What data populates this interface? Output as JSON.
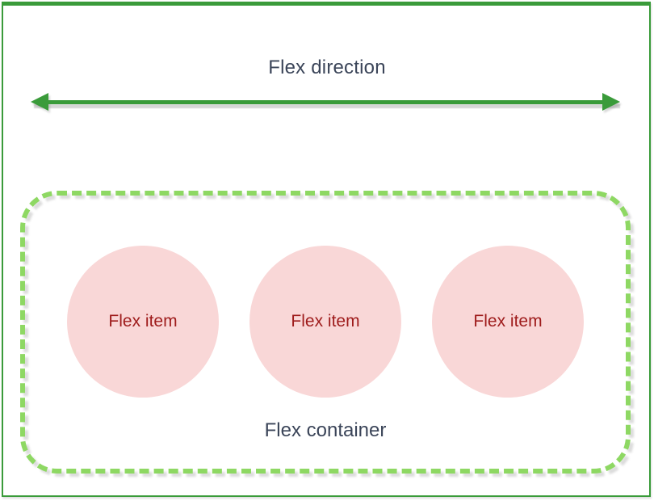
{
  "diagram": {
    "title": "Flex direction",
    "container_label": "Flex container",
    "items": [
      {
        "label": "Flex item"
      },
      {
        "label": "Flex item"
      },
      {
        "label": "Flex item"
      }
    ],
    "colors": {
      "outer_frame_green": "#3a9b3a",
      "arrow_green": "#3a9b3a",
      "dashed_container_green": "#8ed863",
      "item_fill_pink": "#f9d7d7",
      "item_text_red": "#9e1b1b",
      "label_text": "#3b4559",
      "background": "#ffffff"
    },
    "icons": {
      "arrow_left": "arrow-left-head-icon",
      "arrow_right": "arrow-right-head-icon"
    }
  }
}
